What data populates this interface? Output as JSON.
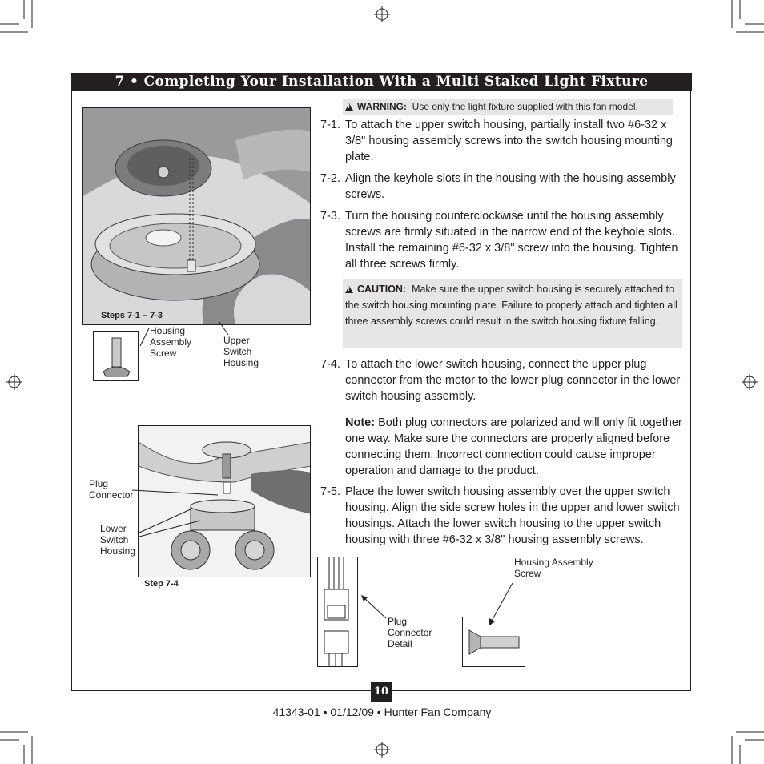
{
  "section_title": "7 • Completing Your Installation With a Multi Staked Light Fixture",
  "warning": {
    "label": "WARNING:",
    "text": "Use only the light fixture supplied with this fan model."
  },
  "steps": [
    {
      "num": "7-1.",
      "text": "To attach the upper switch housing, partially install two #6-32 x 3/8\" housing assembly screws into the switch housing mounting plate."
    },
    {
      "num": "7-2.",
      "text": "Align the keyhole slots in the housing with the housing assembly screws."
    },
    {
      "num": "7-3.",
      "text": "Turn the housing counterclockwise until the housing assembly screws are firmly situated in the narrow end of the keyhole slots. Install the remaining #6-32 x 3/8\" screw into the housing. Tighten all three screws firmly."
    },
    {
      "num": "7-4.",
      "text": "To attach the lower switch housing, connect the upper plug connector from the motor to the lower plug connector in the lower switch housing assembly."
    },
    {
      "num": "7-5.",
      "text": "Place the lower switch housing assembly over the upper switch housing. Align the side screw holes in the upper and lower switch housings. Attach the lower switch housing to the upper switch housing with three #6-32 x 3/8\" housing assembly screws."
    }
  ],
  "caution": {
    "label": "CAUTION:",
    "text": "Make sure the upper switch housing is securely attached to the switch housing mounting plate. Failure to properly attach and tighten all three assembly screws could result in the switch housing fixture falling."
  },
  "note": {
    "label": "Note:",
    "text": "Both plug connectors are polarized and will only fit together one way. Make sure the connectors are properly aligned before connecting them. Incorrect connection could cause improper operation and damage to the product."
  },
  "figures": {
    "fig1_caption": "Steps 7-1 – 7-3",
    "fig2_caption": "Step 7-4",
    "housing_screw_label": "Housing Assembly Screw",
    "upper_switch_label": "Upper Switch Housing",
    "plug_connector_label": "Plug Connector",
    "lower_switch_label": "Lower Switch Housing",
    "plug_detail_label": "Plug Connector Detail",
    "housing_screw_label_2": "Housing Assembly Screw"
  },
  "page_number": "10",
  "footer": "41343-01  •  01/12/09  •  Hunter Fan Company"
}
